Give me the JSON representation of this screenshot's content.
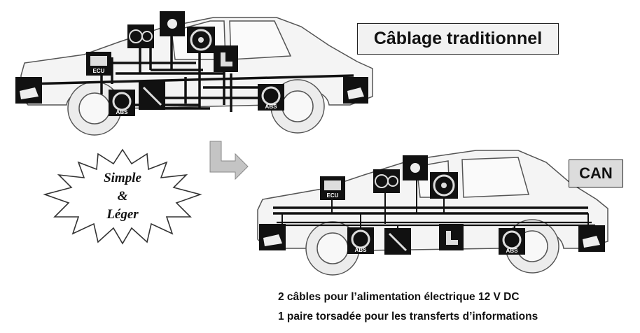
{
  "titles": {
    "traditional": "Câblage traditionnel",
    "can": "CAN"
  },
  "starburst": {
    "line1": "Simple",
    "line2": "&",
    "line3": "Léger"
  },
  "captions": {
    "line1": "2 câbles pour l’alimentation électrique 12 V DC",
    "line2": "1 paire torsadée pour les transferts d’informations"
  },
  "module_labels": {
    "ecu": "ECU",
    "abs": "ABS"
  },
  "colors": {
    "wire": "#111111",
    "car_outline": "#555555",
    "car_fill": "#f4f4f4",
    "arrow": "#bdbdbd"
  }
}
